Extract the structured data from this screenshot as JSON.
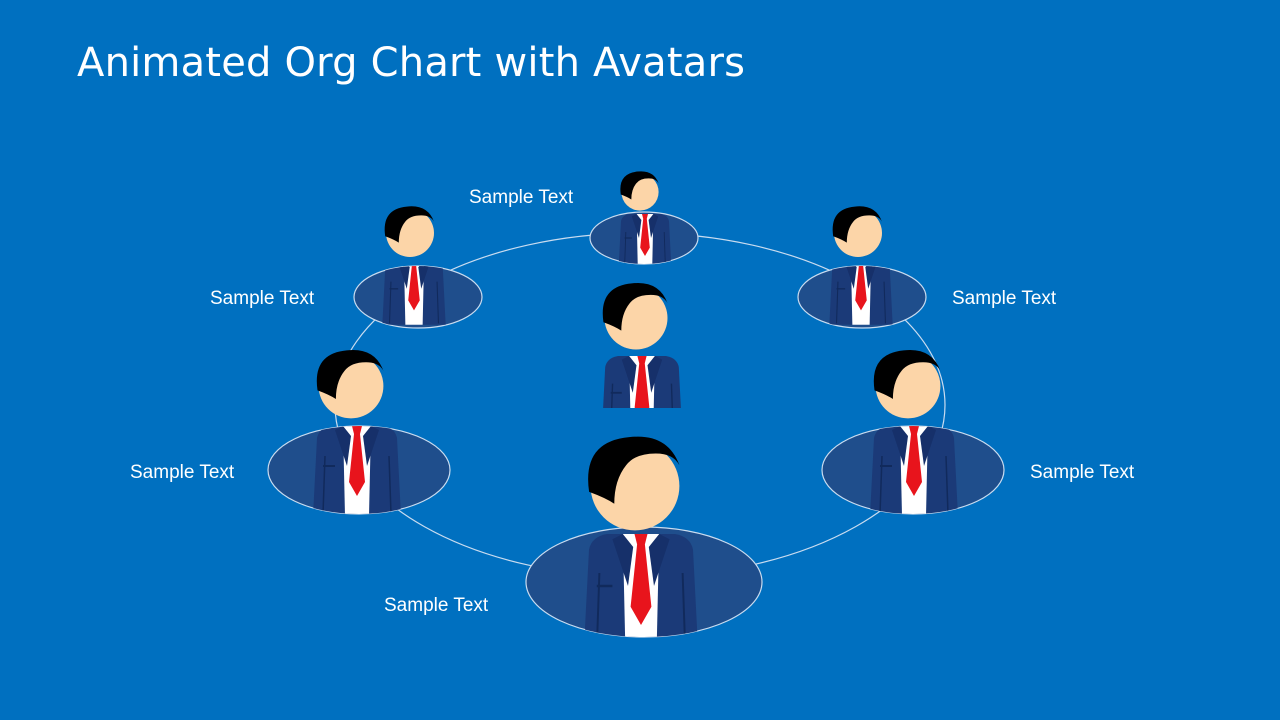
{
  "slide": {
    "title": "Animated Org Chart with Avatars",
    "colors": {
      "background": "#0070c0",
      "disc": "#1f4e8c",
      "ring": "#c9dcf0",
      "suit": "#1b3a78",
      "tie": "#e8141c",
      "shirt": "#ffffff",
      "skin": "#fcd5a8",
      "hair": "#000000",
      "text": "#ffffff"
    }
  },
  "diagram": {
    "center_icon": "person-avatar-icon",
    "nodes": [
      {
        "id": "top",
        "label": "Sample Text",
        "icon": "person-avatar-icon"
      },
      {
        "id": "upper-left",
        "label": "Sample Text",
        "icon": "person-avatar-icon"
      },
      {
        "id": "upper-right",
        "label": "Sample Text",
        "icon": "person-avatar-icon"
      },
      {
        "id": "mid-left",
        "label": "Sample Text",
        "icon": "person-avatar-icon"
      },
      {
        "id": "mid-right",
        "label": "Sample Text",
        "icon": "person-avatar-icon"
      },
      {
        "id": "bottom",
        "label": "Sample Text",
        "icon": "person-avatar-icon"
      }
    ]
  }
}
